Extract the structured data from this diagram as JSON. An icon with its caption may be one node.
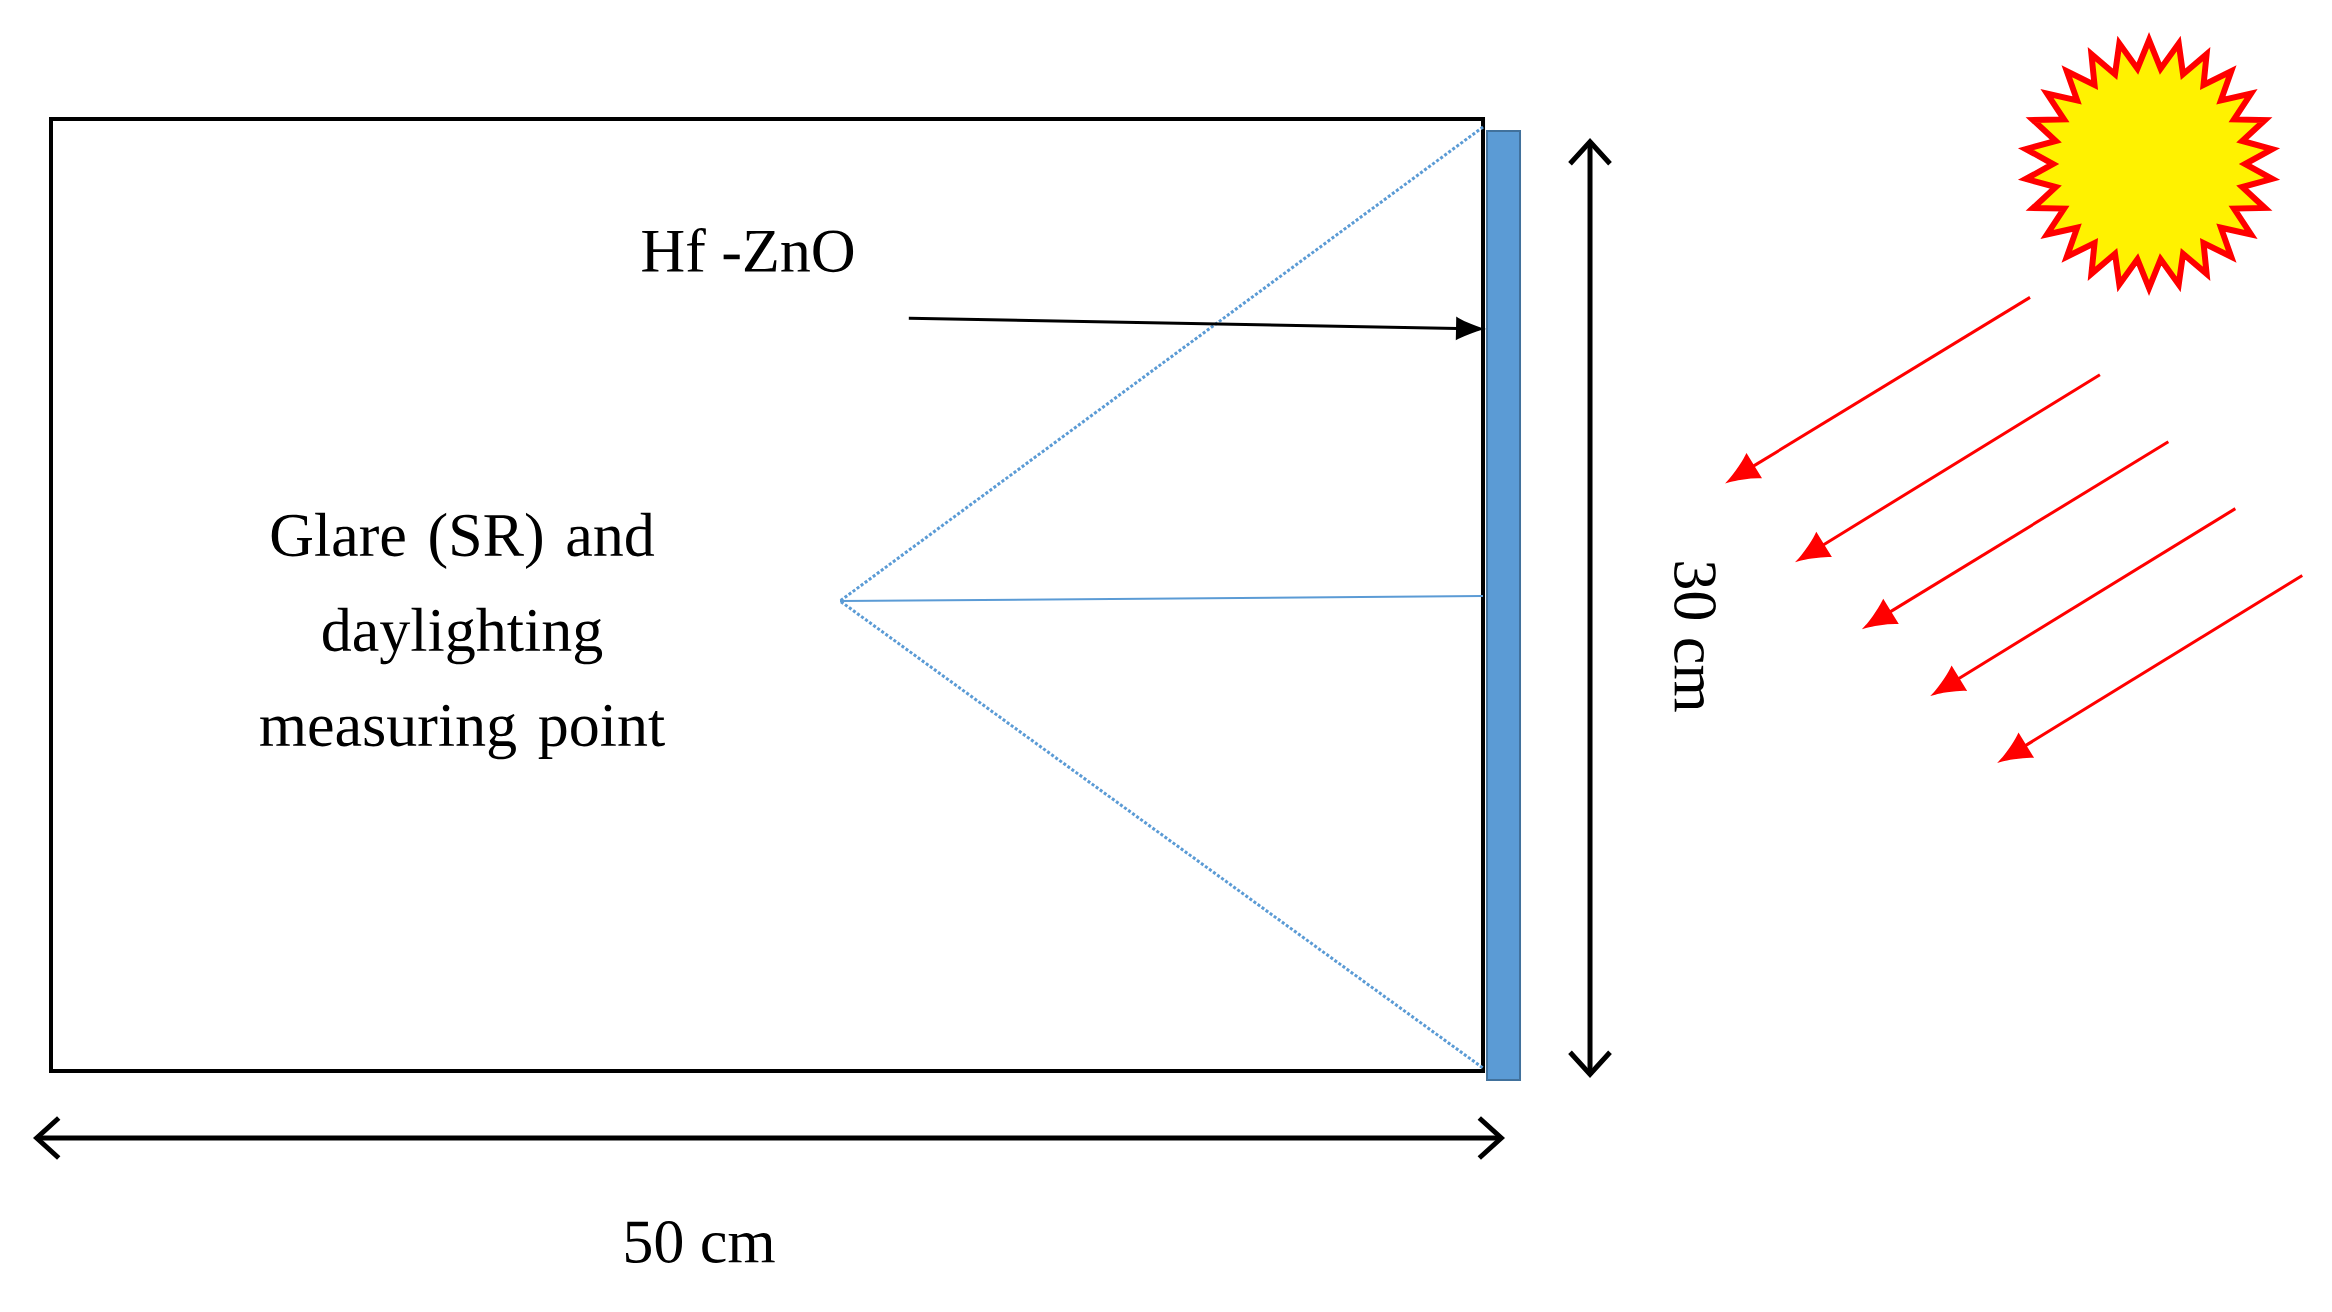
{
  "diagram": {
    "nodes": [
      {
        "text": [
          "Hf -ZnO"
        ]
      },
      {
        "text": [],
        "shape": "bar"
      }
    ],
    "edges": [
      {
        "from": 0,
        "to": 1,
        "arrow": "to"
      }
    ],
    "labels": [
      "Glare (SR) and daylighting measuring point",
      "30 cm",
      "50 cm"
    ]
  }
}
